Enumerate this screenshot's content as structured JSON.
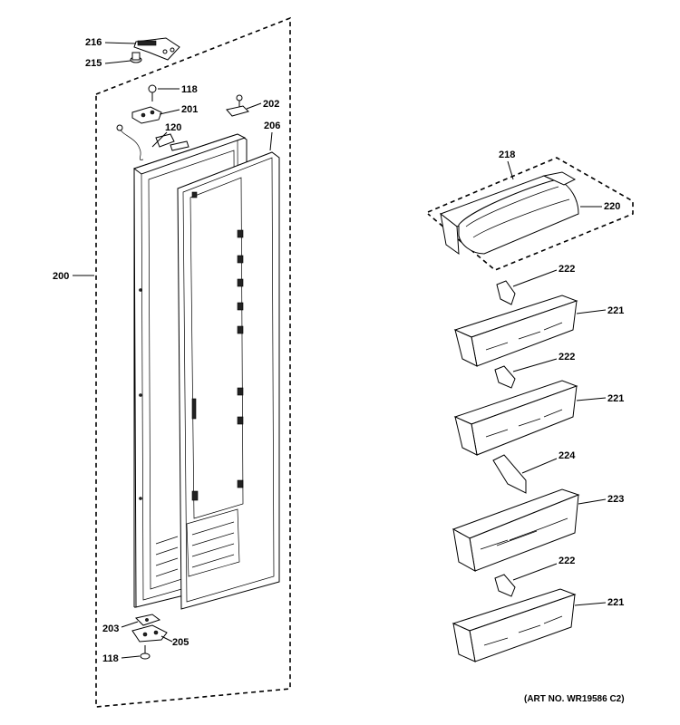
{
  "labels": {
    "p216": "216",
    "p215": "215",
    "p118_top": "118",
    "p202": "202",
    "p201": "201",
    "p120": "120",
    "p206": "206",
    "p200": "200",
    "p203": "203",
    "p205": "205",
    "p118_bottom": "118",
    "p218": "218",
    "p220": "220",
    "p222_a": "222",
    "p221_a": "221",
    "p222_b": "222",
    "p221_b": "221",
    "p224": "224",
    "p223": "223",
    "p222_c": "222",
    "p221_c": "221"
  },
  "art_number": "(ART NO. WR19586 C2)"
}
